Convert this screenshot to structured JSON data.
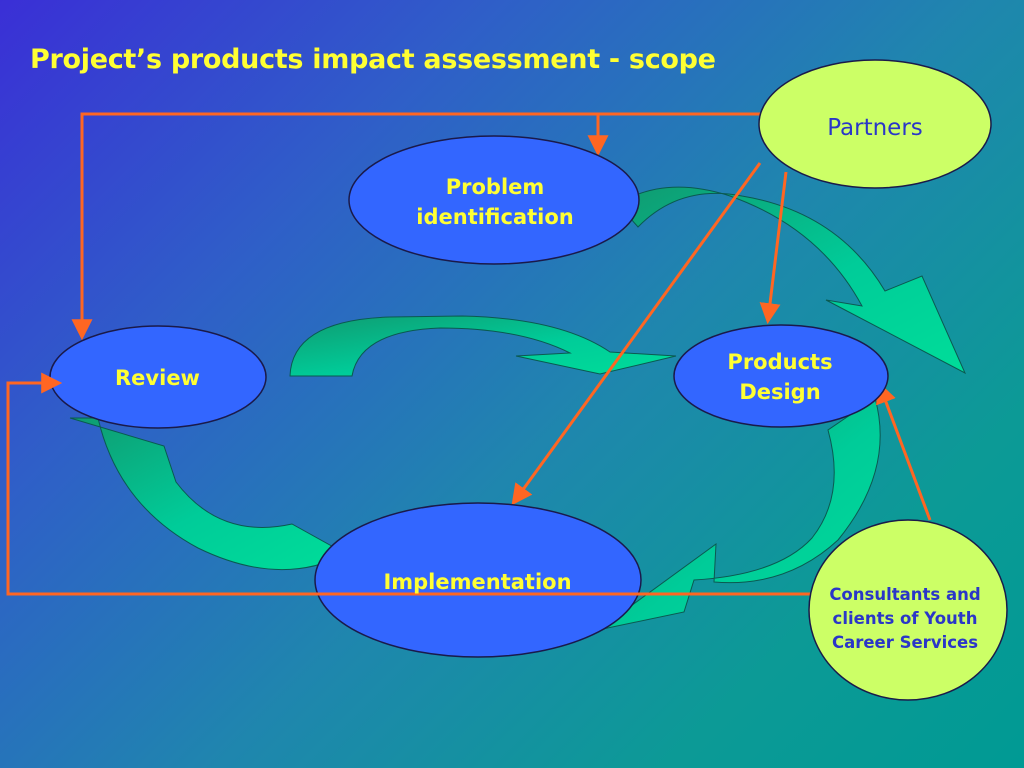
{
  "title": "Project’s products impact assessment - scope",
  "nodes": {
    "partners": "Partners",
    "problem_identification": "Problem identification",
    "review": "Review",
    "products_design": "Products Design",
    "implementation": "Implementation",
    "consultants": "Consultants and clients of Youth Career Services"
  },
  "colors": {
    "title_text": "#ffff33",
    "process_node_fill": "#3366ff",
    "stakeholder_node_fill": "#ccff66",
    "cycle_arrow_fill": "#00cc99",
    "connector_line": "#ff6622"
  }
}
